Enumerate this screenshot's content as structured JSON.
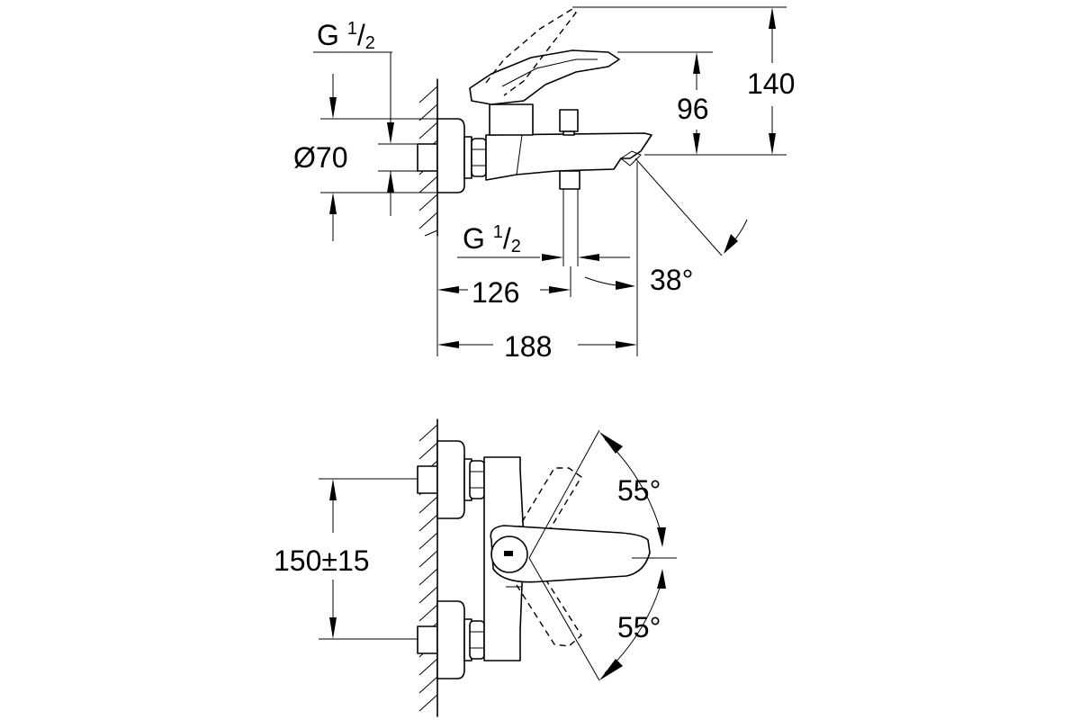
{
  "side_view": {
    "thread_inlet": {
      "letter": "G",
      "num": "1",
      "sep": "/",
      "den": "2"
    },
    "thread_outlet": {
      "letter": "G",
      "num": "1",
      "sep": "/",
      "den": "2"
    },
    "diameter": "Ø70",
    "height_spout": "96",
    "height_total": "140",
    "depth_outlet": "126",
    "depth_total": "188",
    "spout_angle": "38°"
  },
  "front_view": {
    "centre_distance": "150±15",
    "lever_angle_up": "55°",
    "lever_angle_down": "55°"
  }
}
